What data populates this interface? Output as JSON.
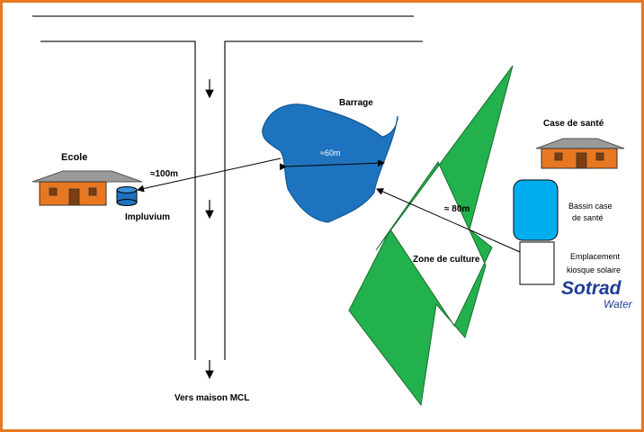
{
  "labels": {
    "ecole": "Ecole",
    "impluvium": "Impluvium",
    "dist_100": "≈100m",
    "barrage": "Barrage",
    "dist_60": "≈60m",
    "dist_80": "≈ 80m",
    "zone_culture": "Zone de  culture",
    "case_sante": "Case de santé",
    "bassin_line1": "Bassin case",
    "bassin_line2": "de  santé",
    "emplacement_line1": "Emplacement",
    "emplacement_line2": "kiosque solaire",
    "vers_maison": "Vers   maison MCL",
    "logo_main": "Sotrad",
    "logo_sub": "Water"
  },
  "colors": {
    "border": "#e87722",
    "building": "#e87722",
    "roof": "#9a9a9a",
    "barrage": "#1e73be",
    "bassin": "#00aeef",
    "zone": "#22b14c",
    "logo": "#1f3d99"
  }
}
